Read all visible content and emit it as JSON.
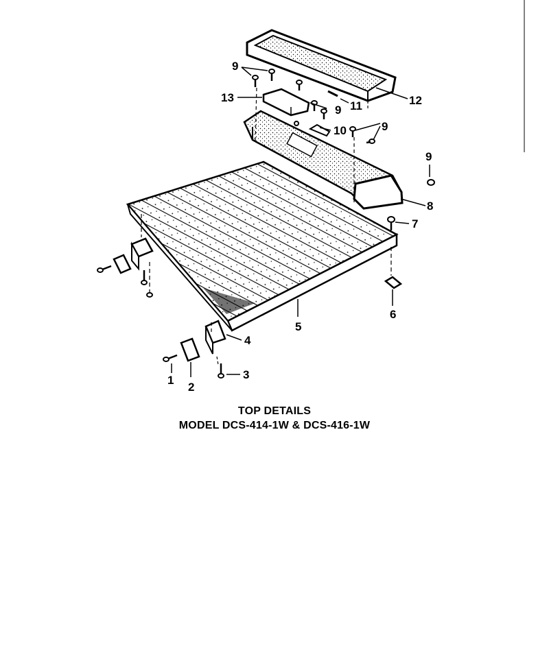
{
  "callouts": [
    {
      "id": "c1",
      "text": "1"
    },
    {
      "id": "c2",
      "text": "2"
    },
    {
      "id": "c3",
      "text": "3"
    },
    {
      "id": "c4",
      "text": "4"
    },
    {
      "id": "c5",
      "text": "5"
    },
    {
      "id": "c6",
      "text": "6"
    },
    {
      "id": "c7",
      "text": "7"
    },
    {
      "id": "c8",
      "text": "8"
    },
    {
      "id": "c9a",
      "text": "9"
    },
    {
      "id": "c9b",
      "text": "9"
    },
    {
      "id": "c9c",
      "text": "9"
    },
    {
      "id": "c9d",
      "text": "9"
    },
    {
      "id": "c10",
      "text": "10"
    },
    {
      "id": "c11",
      "text": "11"
    },
    {
      "id": "c12",
      "text": "12"
    },
    {
      "id": "c13",
      "text": "13"
    }
  ],
  "caption": {
    "title": "TOP DETAILS",
    "model": "MODEL DCS-414-1W & DCS-416-1W"
  }
}
